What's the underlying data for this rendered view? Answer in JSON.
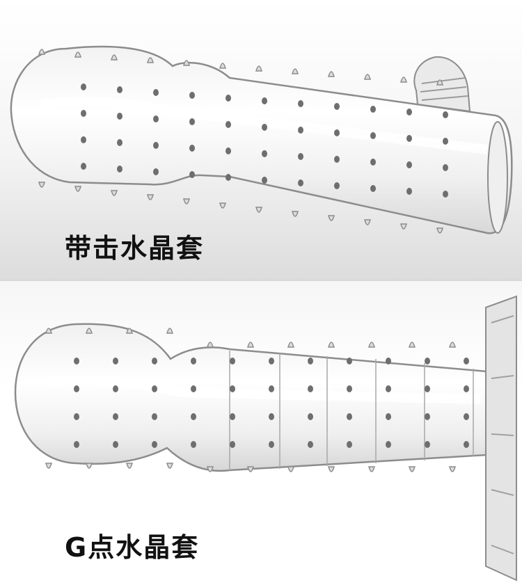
{
  "products": [
    {
      "caption": "带击水晶套",
      "icon": "studded-crystal-sleeve-image"
    },
    {
      "caption": "G点水晶套",
      "icon": "g-spot-crystal-sleeve-image"
    }
  ],
  "colors": {
    "caption_text": "#111111",
    "background_top": "#e6e6e6",
    "background_bottom": "#ffffff",
    "outline": "#8c8c8c"
  }
}
